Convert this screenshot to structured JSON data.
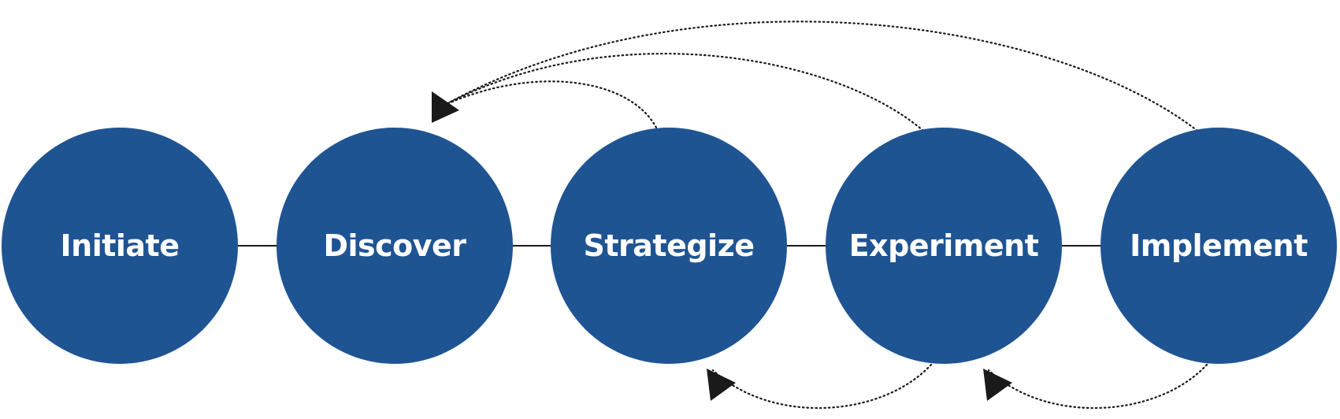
{
  "diagram": {
    "stages": [
      {
        "id": "initiate",
        "label": "Initiate"
      },
      {
        "id": "discover",
        "label": "Discover"
      },
      {
        "id": "strategize",
        "label": "Strategize"
      },
      {
        "id": "experiment",
        "label": "Experiment"
      },
      {
        "id": "implement",
        "label": "Implement"
      }
    ],
    "loops": [
      {
        "from": "strategize",
        "to": "discover",
        "side": "top"
      },
      {
        "from": "experiment",
        "to": "discover",
        "side": "top"
      },
      {
        "from": "implement",
        "to": "discover",
        "side": "top"
      },
      {
        "from": "experiment",
        "to": "strategize",
        "side": "bottom"
      },
      {
        "from": "implement",
        "to": "experiment",
        "side": "bottom"
      }
    ],
    "colors": {
      "stage_fill": "#1f5493",
      "stage_text": "#ffffff",
      "line": "#1a1a1a"
    }
  }
}
